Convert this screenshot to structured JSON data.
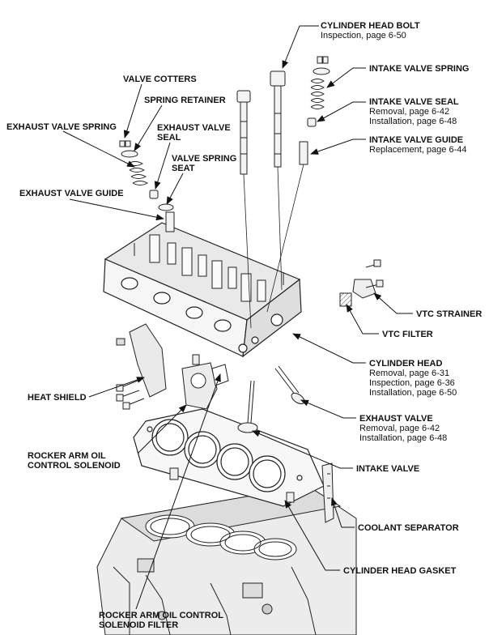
{
  "labels": {
    "cylinder_head_bolt": {
      "title": "CYLINDER HEAD BOLT",
      "lines": [
        "Inspection, page 6-50"
      ]
    },
    "intake_valve_spring": {
      "title": "INTAKE VALVE SPRING",
      "lines": []
    },
    "intake_valve_seal": {
      "title": "INTAKE VALVE SEAL",
      "lines": [
        "Removal, page 6-42",
        "Installation, page 6-48"
      ]
    },
    "intake_valve_guide": {
      "title": "INTAKE VALVE GUIDE",
      "lines": [
        "Replacement, page 6-44"
      ]
    },
    "valve_cotters": {
      "title": "VALVE COTTERS",
      "lines": []
    },
    "spring_retainer": {
      "title": "SPRING RETAINER",
      "lines": []
    },
    "exhaust_valve_spring": {
      "title": "EXHAUST VALVE SPRING",
      "lines": []
    },
    "exhaust_valve_seal": {
      "title": "EXHAUST VALVE",
      "title2": "SEAL",
      "lines": []
    },
    "valve_spring_seat": {
      "title": "VALVE SPRING",
      "title2": "SEAT",
      "lines": []
    },
    "exhaust_valve_guide": {
      "title": "EXHAUST VALVE GUIDE",
      "lines": []
    },
    "vtc_strainer": {
      "title": "VTC STRAINER",
      "lines": []
    },
    "vtc_filter": {
      "title": "VTC FILTER",
      "lines": []
    },
    "cylinder_head": {
      "title": "CYLINDER HEAD",
      "lines": [
        "Removal, page 6-31",
        "Inspection, page 6-36",
        "Installation, page 6-50"
      ]
    },
    "heat_shield": {
      "title": "HEAT SHIELD",
      "lines": []
    },
    "exhaust_valve": {
      "title": "EXHAUST VALVE",
      "lines": [
        "Removal, page 6-42",
        "Installation, page 6-48"
      ]
    },
    "rocker_arm_solenoid": {
      "title": "ROCKER ARM OIL",
      "title2": "CONTROL SOLENOID",
      "lines": []
    },
    "intake_valve": {
      "title": "INTAKE VALVE",
      "lines": []
    },
    "coolant_separator": {
      "title": "COOLANT SEPARATOR",
      "lines": []
    },
    "cylinder_head_gasket": {
      "title": "CYLINDER HEAD GASKET",
      "lines": []
    },
    "rocker_arm_solenoid_filter": {
      "title": "ROCKER ARM OIL CONTROL",
      "title2": "SOLENOID FILTER",
      "lines": []
    }
  }
}
